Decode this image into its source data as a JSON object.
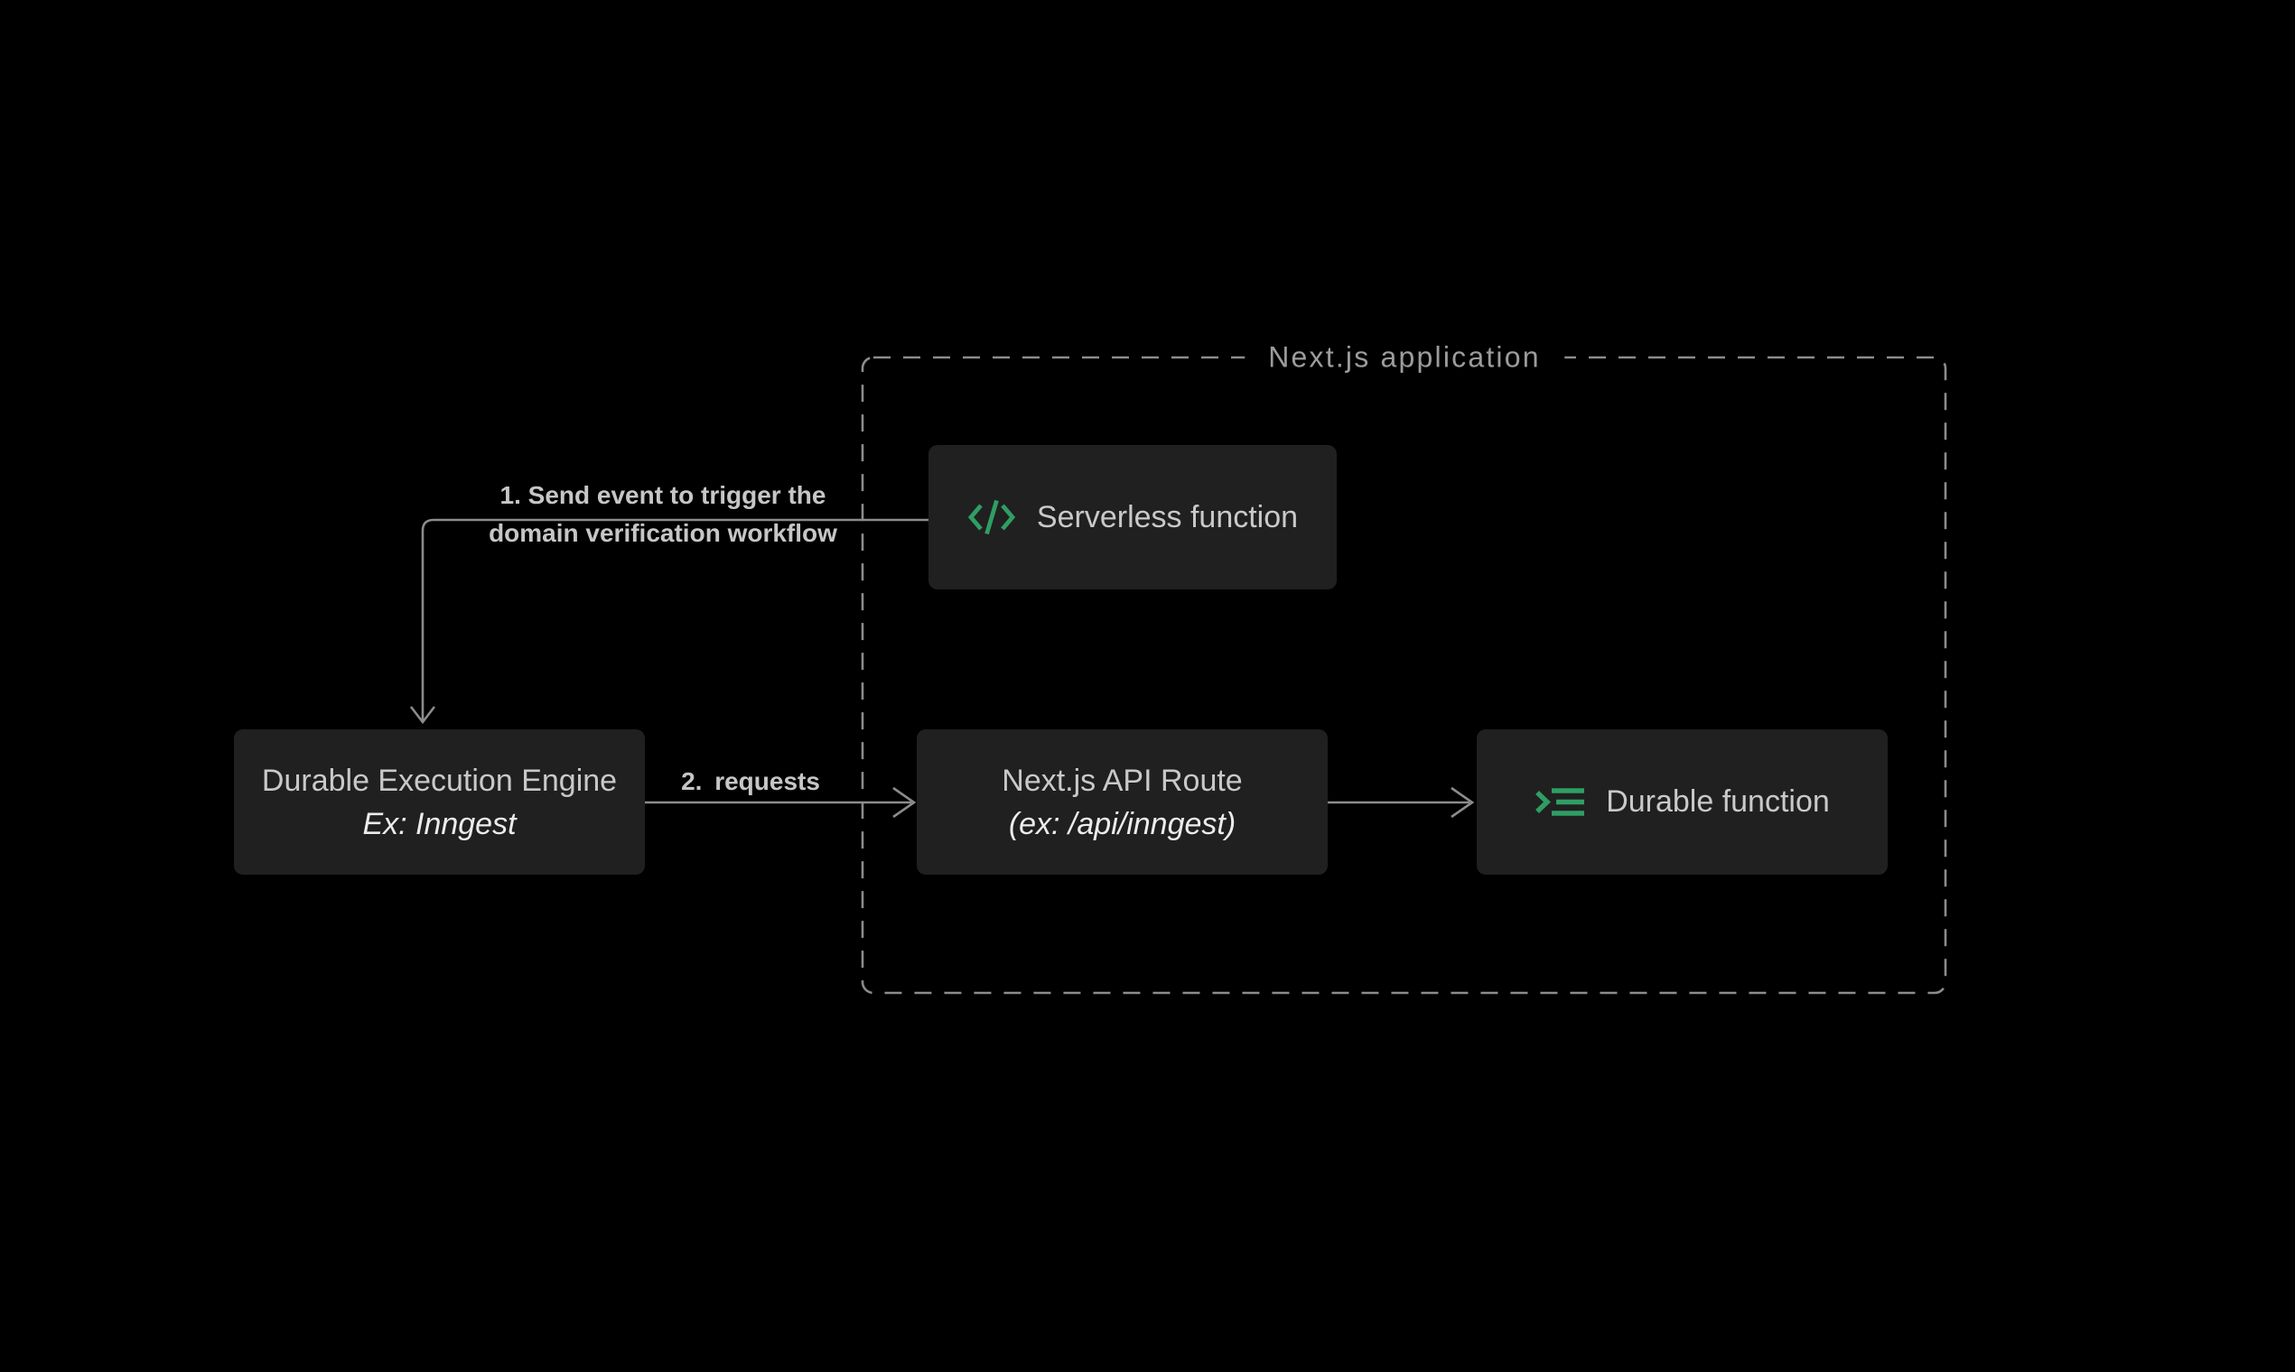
{
  "colors": {
    "background": "#000000",
    "box_bg": "#202020",
    "box_text": "#c9c9c9",
    "box_text_em": "#ececec",
    "label_text": "#c6c6c6",
    "title_text": "#9c9c9c",
    "line": "#8c8c8c",
    "accent_green": "#2f9e63"
  },
  "container": {
    "title": "Next.js application"
  },
  "nodes": {
    "serverless": {
      "label": "Serverless function",
      "icon": "code-icon"
    },
    "engine": {
      "title": "Durable Execution Engine",
      "subtitle": "Ex: Inngest"
    },
    "api_route": {
      "title": "Next.js API Route",
      "subtitle": "(ex: /api/inngest)"
    },
    "durable": {
      "label": "Durable function",
      "icon": "prompt-list-icon"
    }
  },
  "edges": {
    "send_event": {
      "label_line1": "1. Send event to trigger the",
      "label_line2": "domain verification workflow"
    },
    "requests": {
      "label": "2. requests"
    }
  }
}
